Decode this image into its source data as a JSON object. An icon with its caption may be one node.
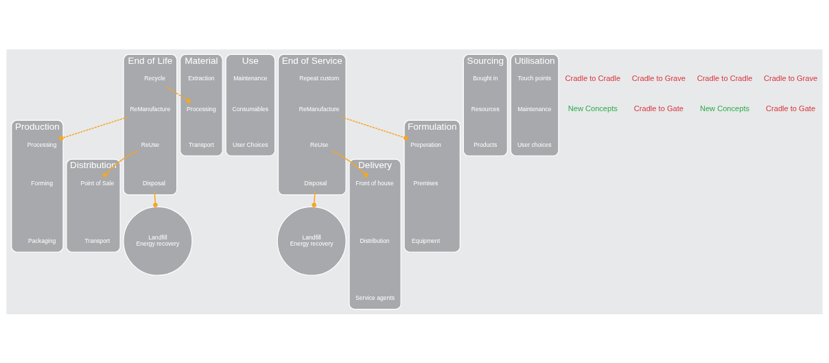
{
  "diagram": {
    "nodes": [
      {
        "text": [
          "Landfill",
          "Energy recovery"
        ]
      },
      {
        "text": [
          "End of Life"
        ]
      },
      {
        "text": [
          "Recycle"
        ],
        "in": 1
      },
      {
        "text": [
          "ReManufacture"
        ],
        "in": 1
      },
      {
        "text": [
          "ReUse"
        ],
        "in": 1
      },
      {
        "text": [
          "Disposal"
        ],
        "in": 1
      },
      {
        "text": [
          "Material"
        ]
      },
      {
        "text": [
          "Extraction"
        ],
        "in": 6
      },
      {
        "text": [
          "Processing"
        ],
        "in": 6
      },
      {
        "text": [
          "Transport"
        ],
        "in": 6
      },
      {
        "text": [
          "Production"
        ]
      },
      {
        "text": [
          "Processing"
        ],
        "in": 10
      },
      {
        "text": [
          "Forming"
        ],
        "in": 10
      },
      {
        "text": [
          "Packaging"
        ],
        "in": 10
      },
      {
        "text": [
          "Distribution"
        ]
      },
      {
        "text": [
          "Point of Sale"
        ],
        "in": 14
      },
      {
        "text": [
          "Transport"
        ],
        "in": 14
      },
      {
        "text": [
          "Use"
        ]
      },
      {
        "text": [
          "Maintenance"
        ],
        "in": 17
      },
      {
        "text": [
          "Consumables"
        ],
        "in": 17
      },
      {
        "text": [
          "User Choices"
        ],
        "in": 17
      },
      {
        "text": [
          "Landfill",
          "Energy recovery"
        ]
      },
      {
        "text": [
          "End of Service"
        ]
      },
      {
        "text": [
          "Repeat custom"
        ],
        "in": 22
      },
      {
        "text": [
          "ReManufacture"
        ],
        "in": 22
      },
      {
        "text": [
          "ReUse"
        ],
        "in": 22
      },
      {
        "text": [
          "Disposal"
        ],
        "in": 22
      },
      {
        "text": [
          "Sourcing"
        ]
      },
      {
        "text": [
          "Bought in"
        ],
        "in": 27
      },
      {
        "text": [
          "Resources"
        ],
        "in": 27
      },
      {
        "text": [
          "Products"
        ],
        "in": 27
      },
      {
        "text": [
          "Formulation"
        ]
      },
      {
        "text": [
          "Preperation"
        ],
        "in": 31
      },
      {
        "text": [
          "Premises"
        ],
        "in": 31
      },
      {
        "text": [
          "Equipment"
        ],
        "in": 31
      },
      {
        "text": [
          "Delivery"
        ]
      },
      {
        "text": [
          "Front of house"
        ],
        "in": 35
      },
      {
        "text": [
          "Distribution"
        ],
        "in": 35
      },
      {
        "text": [
          "Service agents"
        ],
        "in": 35
      },
      {
        "text": [
          "Utilisation"
        ]
      },
      {
        "text": [
          "Touch points"
        ],
        "in": 39
      },
      {
        "text": [
          "Maintenance"
        ],
        "in": 39
      },
      {
        "text": [
          "User choices"
        ],
        "in": 39
      }
    ],
    "edges": [
      {
        "from": 5,
        "to": 0,
        "arrow": "other"
      },
      {
        "from": 2,
        "to": 8,
        "arrow": "other",
        "style": "dashed"
      },
      {
        "from": 3,
        "to": 11,
        "arrow": "other",
        "style": "dashed"
      },
      {
        "from": 4,
        "to": 15,
        "arrow": "other"
      },
      {
        "from": 26,
        "to": 21,
        "arrow": "other"
      },
      {
        "from": 24,
        "to": 32,
        "arrow": "other",
        "style": "dashed"
      },
      {
        "from": 25,
        "to": 36,
        "arrow": "other"
      }
    ],
    "labels": [
      "Cradle to Cradle",
      "New Concepts",
      "Cradle to Grave",
      "Cradle to Gate",
      "Cradle to Cradle",
      "New Concepts",
      "Cradle to Grave",
      "Cradle to Gate"
    ]
  }
}
